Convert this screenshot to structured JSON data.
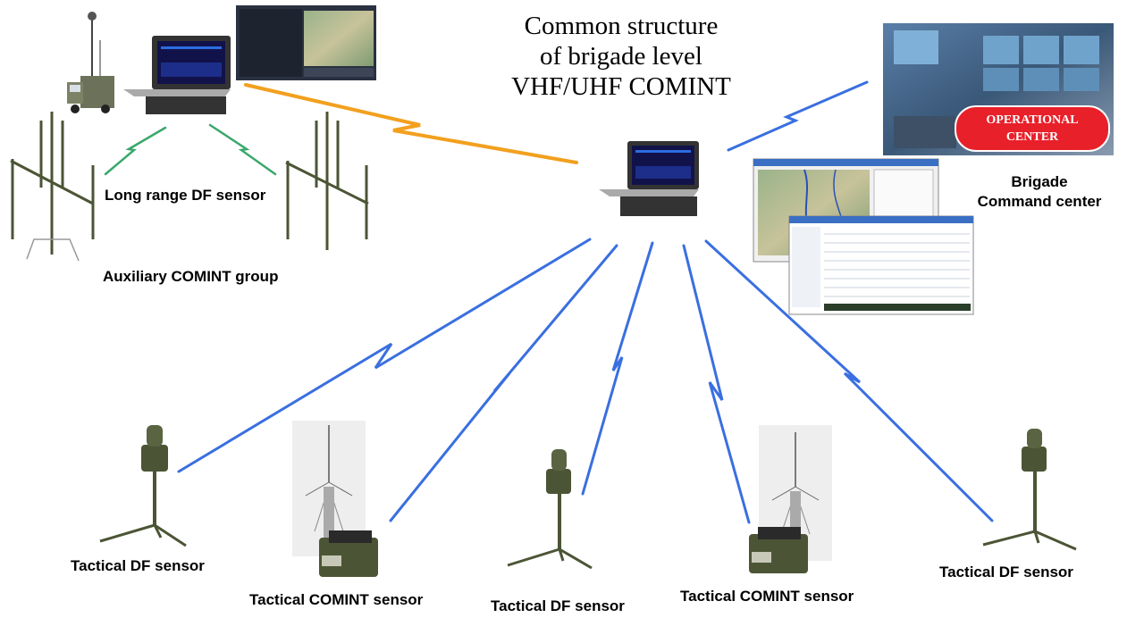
{
  "title": {
    "line1": "Common structure",
    "line2": "of brigade level",
    "line3": "VHF/UHF COMINT"
  },
  "labels": {
    "long_range": "Long range DF sensor",
    "auxiliary": "Auxiliary COMINT group",
    "brigade_line1": "Brigade",
    "brigade_line2": "Command center",
    "operational_line1": "OPERATIONAL",
    "operational_line2": "CENTER",
    "tactical_df_1": "Tactical DF sensor",
    "tactical_comint_1": "Tactical COMINT sensor",
    "tactical_df_2": "Tactical DF sensor",
    "tactical_comint_2": "Tactical COMINT sensor",
    "tactical_df_3": "Tactical DF sensor"
  },
  "colors": {
    "link_blue": "#3a6fe0",
    "link_orange": "#f2a01e",
    "link_green": "#3aa86b",
    "equipment_olive": "#4b5535",
    "badge_red": "#e8202a"
  },
  "icons": [
    "truck-mast-icon",
    "rugged-laptop-icon",
    "antenna-array-icon",
    "df-tripod-sensor-icon",
    "comint-sensor-box-icon",
    "screen-map-icon",
    "operational-center-icon"
  ]
}
